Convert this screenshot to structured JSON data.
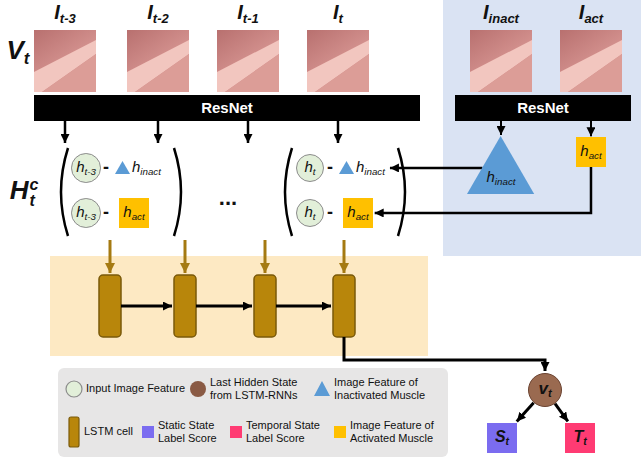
{
  "diagram": {
    "nodes": [
      {
        "text": [
          "Iinact",
          "Iact"
        ]
      },
      {
        "text": [
          "ResNet"
        ]
      },
      {
        "text": [
          "ResNet"
        ],
        "in": 0
      },
      {
        "text": [
          "ht-3"
        ]
      },
      {
        "text": [
          "hinact"
        ]
      },
      {
        "text": [
          "ht-3"
        ]
      },
      {
        "text": [
          "hact"
        ]
      },
      {
        "text": [
          "ht"
        ]
      },
      {
        "text": [
          "hinact"
        ]
      },
      {
        "text": [
          "ht"
        ]
      },
      {
        "text": [
          "hact"
        ]
      },
      {
        "text": [
          "hinact"
        ],
        "in": 0
      },
      {
        "text": [
          "hact"
        ],
        "in": 0
      },
      {
        "text": [
          "vt"
        ]
      },
      {
        "text": [
          "St"
        ]
      },
      {
        "text": [
          "Tt"
        ]
      }
    ],
    "edges": [
      {
        "from": 2,
        "to": 11,
        "arrow": "to"
      },
      {
        "from": 2,
        "to": 12,
        "arrow": "to"
      },
      {
        "from": 11,
        "to": 8,
        "arrow": "to"
      },
      {
        "from": 12,
        "to": 10,
        "arrow": "to"
      },
      {
        "from": 13,
        "to": 14,
        "arrow": "to"
      },
      {
        "from": 13,
        "to": 15,
        "arrow": "to"
      }
    ],
    "labels": [
      "Vt",
      "It-3",
      "It-2",
      "It-1",
      "It",
      "Htc",
      "-",
      "-",
      "-",
      "-",
      "..."
    ],
    "legend": [
      {
        "text": "Input Image Feature",
        "color": "#e2efd9"
      },
      {
        "text": "Last Hidden State from LSTM-RNNs",
        "color": "#8a5a44"
      },
      {
        "text": "Image Feature of Inactivated Muscle",
        "color": "#5b9bd5"
      },
      {
        "text": "LSTM cell",
        "color": "#b8860b"
      },
      {
        "text": "Static State Label Score",
        "color": "#7b6cf0"
      },
      {
        "text": "Temporal State Label Score",
        "color": "#ff3b73"
      },
      {
        "text": "Image Feature of Activated Muscle",
        "color": "#ffc000"
      }
    ]
  }
}
